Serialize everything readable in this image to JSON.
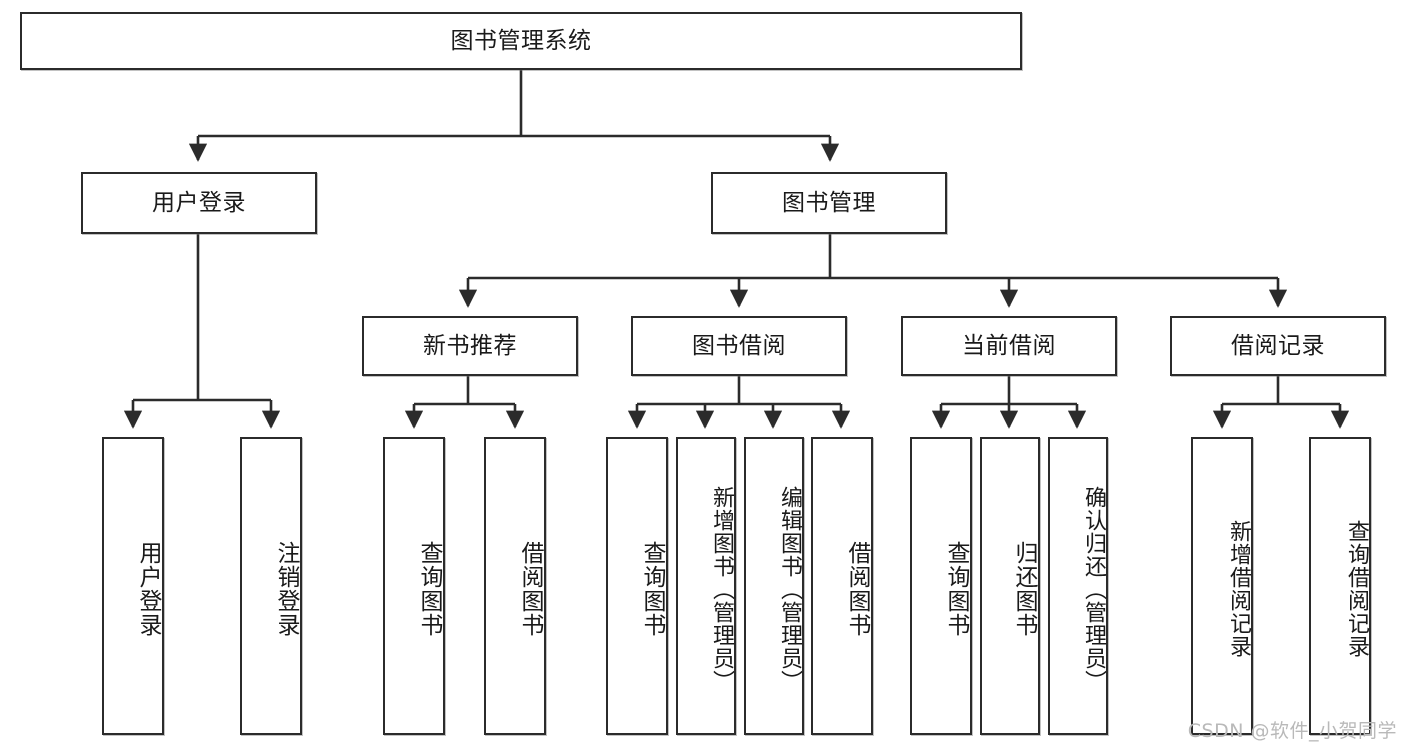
{
  "diagram": {
    "title": "图书管理系统",
    "type": "tree-hierarchy-chart",
    "watermark": "CSDN @软件_小贺同学",
    "colors": {
      "box_border": "#2b2b2b",
      "box_fill": "#ffffff",
      "edge": "#2b2b2b",
      "text": "#1a1a1a",
      "watermark": "#b9b9b9"
    },
    "root": {
      "label": "图书管理系统"
    },
    "level2": [
      {
        "label": "用户登录"
      },
      {
        "label": "图书管理"
      }
    ],
    "level3": [
      {
        "label": "新书推荐"
      },
      {
        "label": "图书借阅"
      },
      {
        "label": "当前借阅"
      },
      {
        "label": "借阅记录"
      }
    ],
    "leaves": {
      "user_login": [
        {
          "label": "用户登录"
        },
        {
          "label": "注销登录"
        }
      ],
      "new_book_recommend": [
        {
          "label": "查询图书"
        },
        {
          "label": "借阅图书"
        }
      ],
      "book_borrow": [
        {
          "label": "查询图书"
        },
        {
          "label": "新增图书（管理员）"
        },
        {
          "label": "编辑图书（管理员）"
        },
        {
          "label": "借阅图书"
        }
      ],
      "current_borrow": [
        {
          "label": "查询图书"
        },
        {
          "label": "归还图书"
        },
        {
          "label": "确认归还（管理员）"
        }
      ],
      "borrow_record": [
        {
          "label": "新增借阅记录"
        },
        {
          "label": "查询借阅记录"
        }
      ]
    }
  }
}
